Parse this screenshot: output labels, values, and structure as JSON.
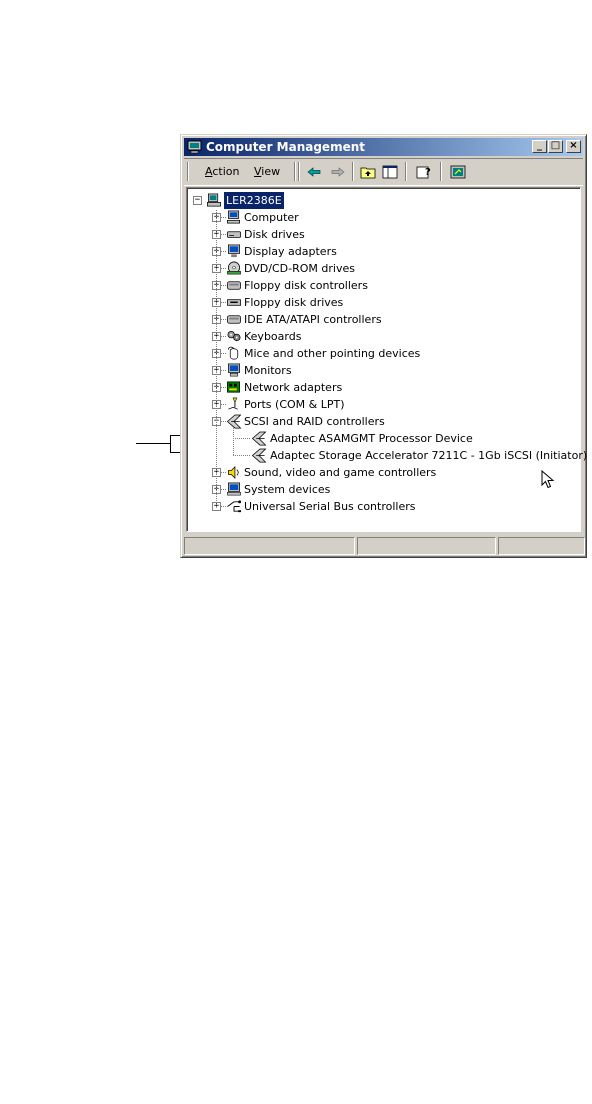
{
  "window": {
    "title": "Computer Management",
    "controls": {
      "minimize": "_",
      "maximize": "□",
      "close": "×"
    }
  },
  "menu": {
    "action": {
      "accel": "A",
      "rest": "ction"
    },
    "view": {
      "accel": "V",
      "rest": "iew"
    }
  },
  "toolbar": [
    "back-icon",
    "forward-icon",
    "up-folder-icon",
    "show-hide-tree-icon",
    "help-icon",
    "properties-icon"
  ],
  "tree": {
    "root": "LER2386E",
    "categories": [
      {
        "label": "Computer",
        "icon": "computer-icon",
        "expanded": false
      },
      {
        "label": "Disk drives",
        "icon": "disk-drive-icon",
        "expanded": false
      },
      {
        "label": "Display adapters",
        "icon": "display-adapter-icon",
        "expanded": false
      },
      {
        "label": "DVD/CD-ROM drives",
        "icon": "cdrom-icon",
        "expanded": false
      },
      {
        "label": "Floppy disk controllers",
        "icon": "controller-icon",
        "expanded": false
      },
      {
        "label": "Floppy disk drives",
        "icon": "floppy-icon",
        "expanded": false
      },
      {
        "label": "IDE ATA/ATAPI controllers",
        "icon": "controller-icon",
        "expanded": false
      },
      {
        "label": "Keyboards",
        "icon": "keyboard-icon",
        "expanded": false
      },
      {
        "label": "Mice and other pointing devices",
        "icon": "mouse-icon",
        "expanded": false
      },
      {
        "label": "Monitors",
        "icon": "monitor-icon",
        "expanded": false
      },
      {
        "label": "Network adapters",
        "icon": "network-adapter-icon",
        "expanded": false
      },
      {
        "label": "Ports (COM & LPT)",
        "icon": "port-icon",
        "expanded": false
      },
      {
        "label": "SCSI and RAID controllers",
        "icon": "scsi-icon",
        "expanded": true,
        "children": [
          "Adaptec ASAMGMT Processor Device",
          "Adaptec Storage Accelerator 7211C - 1Gb iSCSI (Initiator)"
        ]
      },
      {
        "label": "Sound, video and game controllers",
        "icon": "sound-icon",
        "expanded": false
      },
      {
        "label": "System devices",
        "icon": "system-device-icon",
        "expanded": false
      },
      {
        "label": "Universal Serial Bus controllers",
        "icon": "usb-icon",
        "expanded": false
      }
    ]
  },
  "colors": {
    "selection": "#0a246a",
    "title_start": "#0a246a",
    "title_end": "#a6caf0",
    "chrome": "#d4d0c8"
  }
}
